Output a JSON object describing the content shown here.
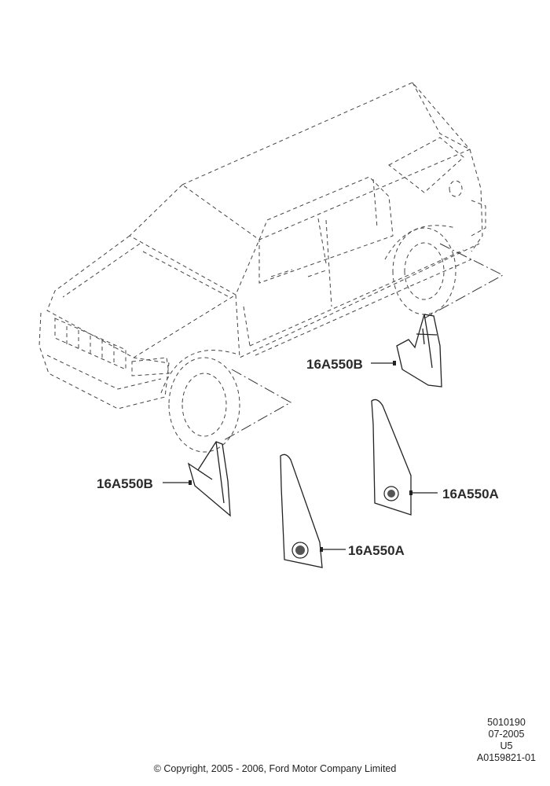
{
  "callouts": {
    "rear_flap_label": "16A550B",
    "front_flap_left_label": "16A550B",
    "rear_wide_flap_label": "16A550A",
    "front_wide_flap_label": "16A550A"
  },
  "meta": {
    "line1": "5010190",
    "line2": "07-2005",
    "line3": "U5",
    "line4": "A0159821-01"
  },
  "copyright": "© Copyright, 2005 - 2006, Ford Motor Company Limited",
  "colors": {
    "line": "#444444",
    "part_fill": "#ffffff",
    "text": "#222222"
  }
}
